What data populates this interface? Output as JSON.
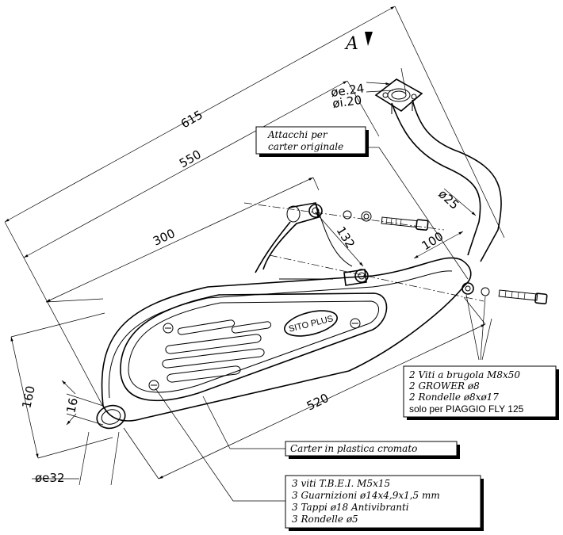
{
  "view_marker": "A",
  "dimensions": {
    "total_length": "615",
    "length_550": "550",
    "length_300": "300",
    "length_520": "520",
    "height_160": "160",
    "offset_16": "16",
    "spacing_132": "132",
    "length_100": "100",
    "outlet_diameter": "øe32",
    "pipe_diameter": "ø25",
    "inlet_outer_diameter": "øe.24",
    "inlet_inner_diameter": "øi.20"
  },
  "callouts": {
    "mounting": [
      "Attacchi per",
      "carter originale"
    ],
    "screws": [
      "2  Viti  a  brugola  M8x50",
      "2  GROWER  ø8",
      "2  Rondelle  ø8xø17",
      "solo per PIAGGIO FLY 125"
    ],
    "cover": "Carter  in  plastica  cromato",
    "parts": [
      "3  viti  T.B.E.I.  M5x15",
      "3  Guarnizioni  ø14x4,9x1,5  mm",
      "3  Tappi  ø18  Antivibranti",
      "3  Rondelle  ø5"
    ]
  },
  "badge_text": "SITO PLUS"
}
